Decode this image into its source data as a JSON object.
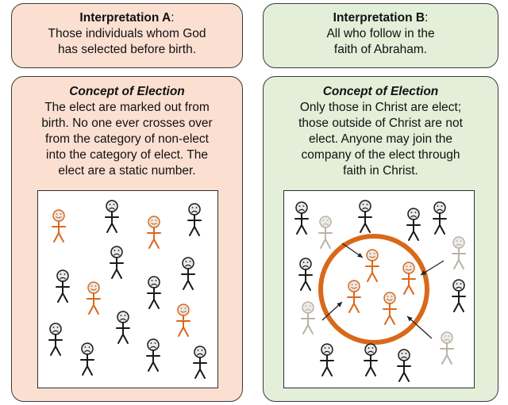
{
  "interpretation_a": {
    "heading": "Interpretation A",
    "heading_suffix": ":",
    "line1": "Those individuals whom God",
    "line2": "has selected before birth."
  },
  "interpretation_b": {
    "heading": "Interpretation B",
    "heading_suffix": ":",
    "line1": "All who follow in the",
    "line2": "faith of Abraham."
  },
  "concept_a": {
    "title": "Concept of Election",
    "lines": [
      "The elect are marked out from",
      "birth. No one ever crosses over",
      "from the category of non-elect",
      "into the category of elect. The",
      "elect are a static number."
    ]
  },
  "concept_b": {
    "title": "Concept of Election",
    "lines": [
      "Only those in Christ are elect;",
      "those outside of Christ are not",
      "elect. Anyone may join the",
      "company of the elect through",
      "faith in Christ."
    ]
  },
  "colors": {
    "pink_panel": "#fbe0d2",
    "green_panel": "#e3efd9",
    "elect_orange": "#d9691a",
    "non_elect_black": "#1a1a1a",
    "outsider_faded": "#b9b3a6",
    "circle_orange": "#d9691a"
  },
  "icons": {
    "elect_figure": "happy-stick-figure-icon",
    "non_elect_figure": "sad-stick-figure-icon",
    "joining_arrow": "arrow-icon"
  }
}
